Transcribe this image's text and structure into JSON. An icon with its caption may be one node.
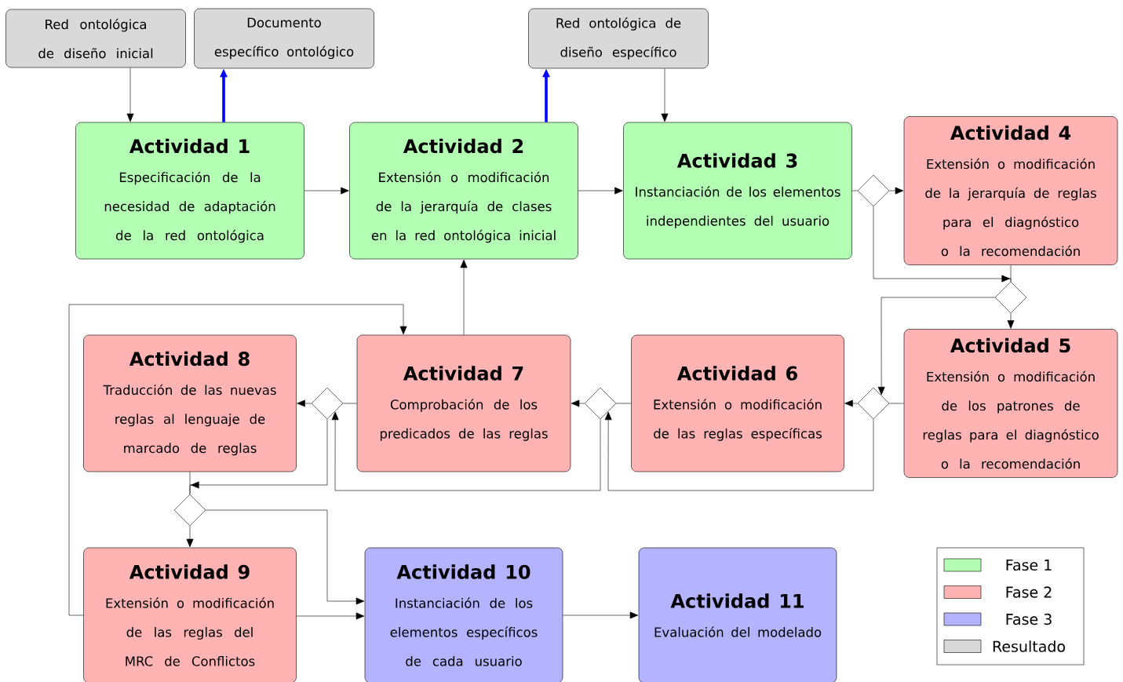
{
  "diagram": {
    "nodes": [
      {
        "text": [
          "Red ontológica de diseño inicial"
        ]
      },
      {
        "text": [
          "Documento específico ontológico"
        ]
      },
      {
        "text": [
          "Red ontológica de diseño específico"
        ]
      },
      {
        "text": [
          "Actividad 1",
          "Especificación de la necesidad de adaptación de la red ontológica"
        ]
      },
      {
        "text": [
          "Actividad 2",
          "Extensión o modificación de la jerarquía de clases en la red ontológica inicial"
        ]
      },
      {
        "text": [
          "Actividad 3",
          "Instanciación de los elementos independientes del usuario"
        ]
      },
      {
        "text": [
          "Actividad 4",
          "Extensión o modificación de la jerarquía de reglas para el diagnóstico o la recomendación"
        ]
      },
      {
        "text": [
          "Actividad 5",
          "Extensión o modificación de los patrones de reglas para el diagnóstico o la recomendación"
        ]
      },
      {
        "text": [
          "Actividad 6",
          "Extensión o modificación de las reglas específicas"
        ]
      },
      {
        "text": [
          "Actividad 7",
          "Comprobación de los predicados de las reglas"
        ]
      },
      {
        "text": [
          "Actividad 8",
          "Traducción de las nuevas reglas al lenguaje de marcado de reglas"
        ]
      },
      {
        "text": [
          "Actividad 9",
          "Extensión o modificación de las reglas del MRC de Conflictos"
        ]
      },
      {
        "text": [
          "Actividad 10",
          "Instanciación de los elementos específicos de cada usuario"
        ]
      },
      {
        "text": [
          "Actividad 11",
          "Evaluación del modelado"
        ]
      },
      {
        "text": [],
        "shape": "diamond"
      },
      {
        "text": [],
        "shape": "diamond"
      },
      {
        "text": [],
        "shape": "diamond"
      },
      {
        "text": [],
        "shape": "diamond"
      },
      {
        "text": [],
        "shape": "diamond"
      },
      {
        "text": [],
        "shape": "diamond"
      }
    ],
    "edges": [
      {
        "from": 0,
        "to": 3,
        "arrow": "to"
      },
      {
        "from": 3,
        "to": 1,
        "arrow": "to",
        "style": "thick",
        "color": "#0000ff"
      },
      {
        "from": 4,
        "to": 2,
        "arrow": "to",
        "style": "thick",
        "color": "#0000ff"
      },
      {
        "from": 2,
        "to": 5,
        "arrow": "to"
      },
      {
        "from": 3,
        "to": 4,
        "arrow": "to"
      },
      {
        "from": 4,
        "to": 5,
        "arrow": "to"
      },
      {
        "from": 5,
        "to": 14,
        "arrow": "none"
      },
      {
        "from": 14,
        "to": 6,
        "arrow": "to"
      },
      {
        "from": 14,
        "to": 15,
        "arrow": "to"
      },
      {
        "from": 6,
        "to": 15,
        "arrow": "none"
      },
      {
        "from": 15,
        "to": 7,
        "arrow": "to"
      },
      {
        "from": 15,
        "to": 16,
        "arrow": "to"
      },
      {
        "from": 7,
        "to": 16,
        "arrow": "none"
      },
      {
        "from": 16,
        "to": 8,
        "arrow": "to"
      },
      {
        "from": 16,
        "to": 17,
        "arrow": "to"
      },
      {
        "from": 8,
        "to": 17,
        "arrow": "none"
      },
      {
        "from": 17,
        "to": 9,
        "arrow": "to"
      },
      {
        "from": 17,
        "to": 18,
        "arrow": "to"
      },
      {
        "from": 9,
        "to": 18,
        "arrow": "none"
      },
      {
        "from": 18,
        "to": 10,
        "arrow": "to"
      },
      {
        "from": 18,
        "to": 19,
        "arrow": "to"
      },
      {
        "from": 10,
        "to": 19,
        "arrow": "none"
      },
      {
        "from": 19,
        "to": 11,
        "arrow": "to"
      },
      {
        "from": 19,
        "to": 12,
        "arrow": "to"
      },
      {
        "from": 11,
        "to": 12,
        "arrow": "to"
      },
      {
        "from": 11,
        "to": 9,
        "arrow": "to"
      },
      {
        "from": 9,
        "to": 4,
        "arrow": "to"
      },
      {
        "from": 12,
        "to": 13,
        "arrow": "to"
      }
    ],
    "legend": [
      {
        "text": "Fase 1",
        "color": "#b3ffb3"
      },
      {
        "text": "Fase 2",
        "color": "#ffb3b3"
      },
      {
        "text": "Fase 3",
        "color": "#b3b3ff"
      },
      {
        "text": "Resultado",
        "color": "#d9d9d9"
      }
    ]
  }
}
